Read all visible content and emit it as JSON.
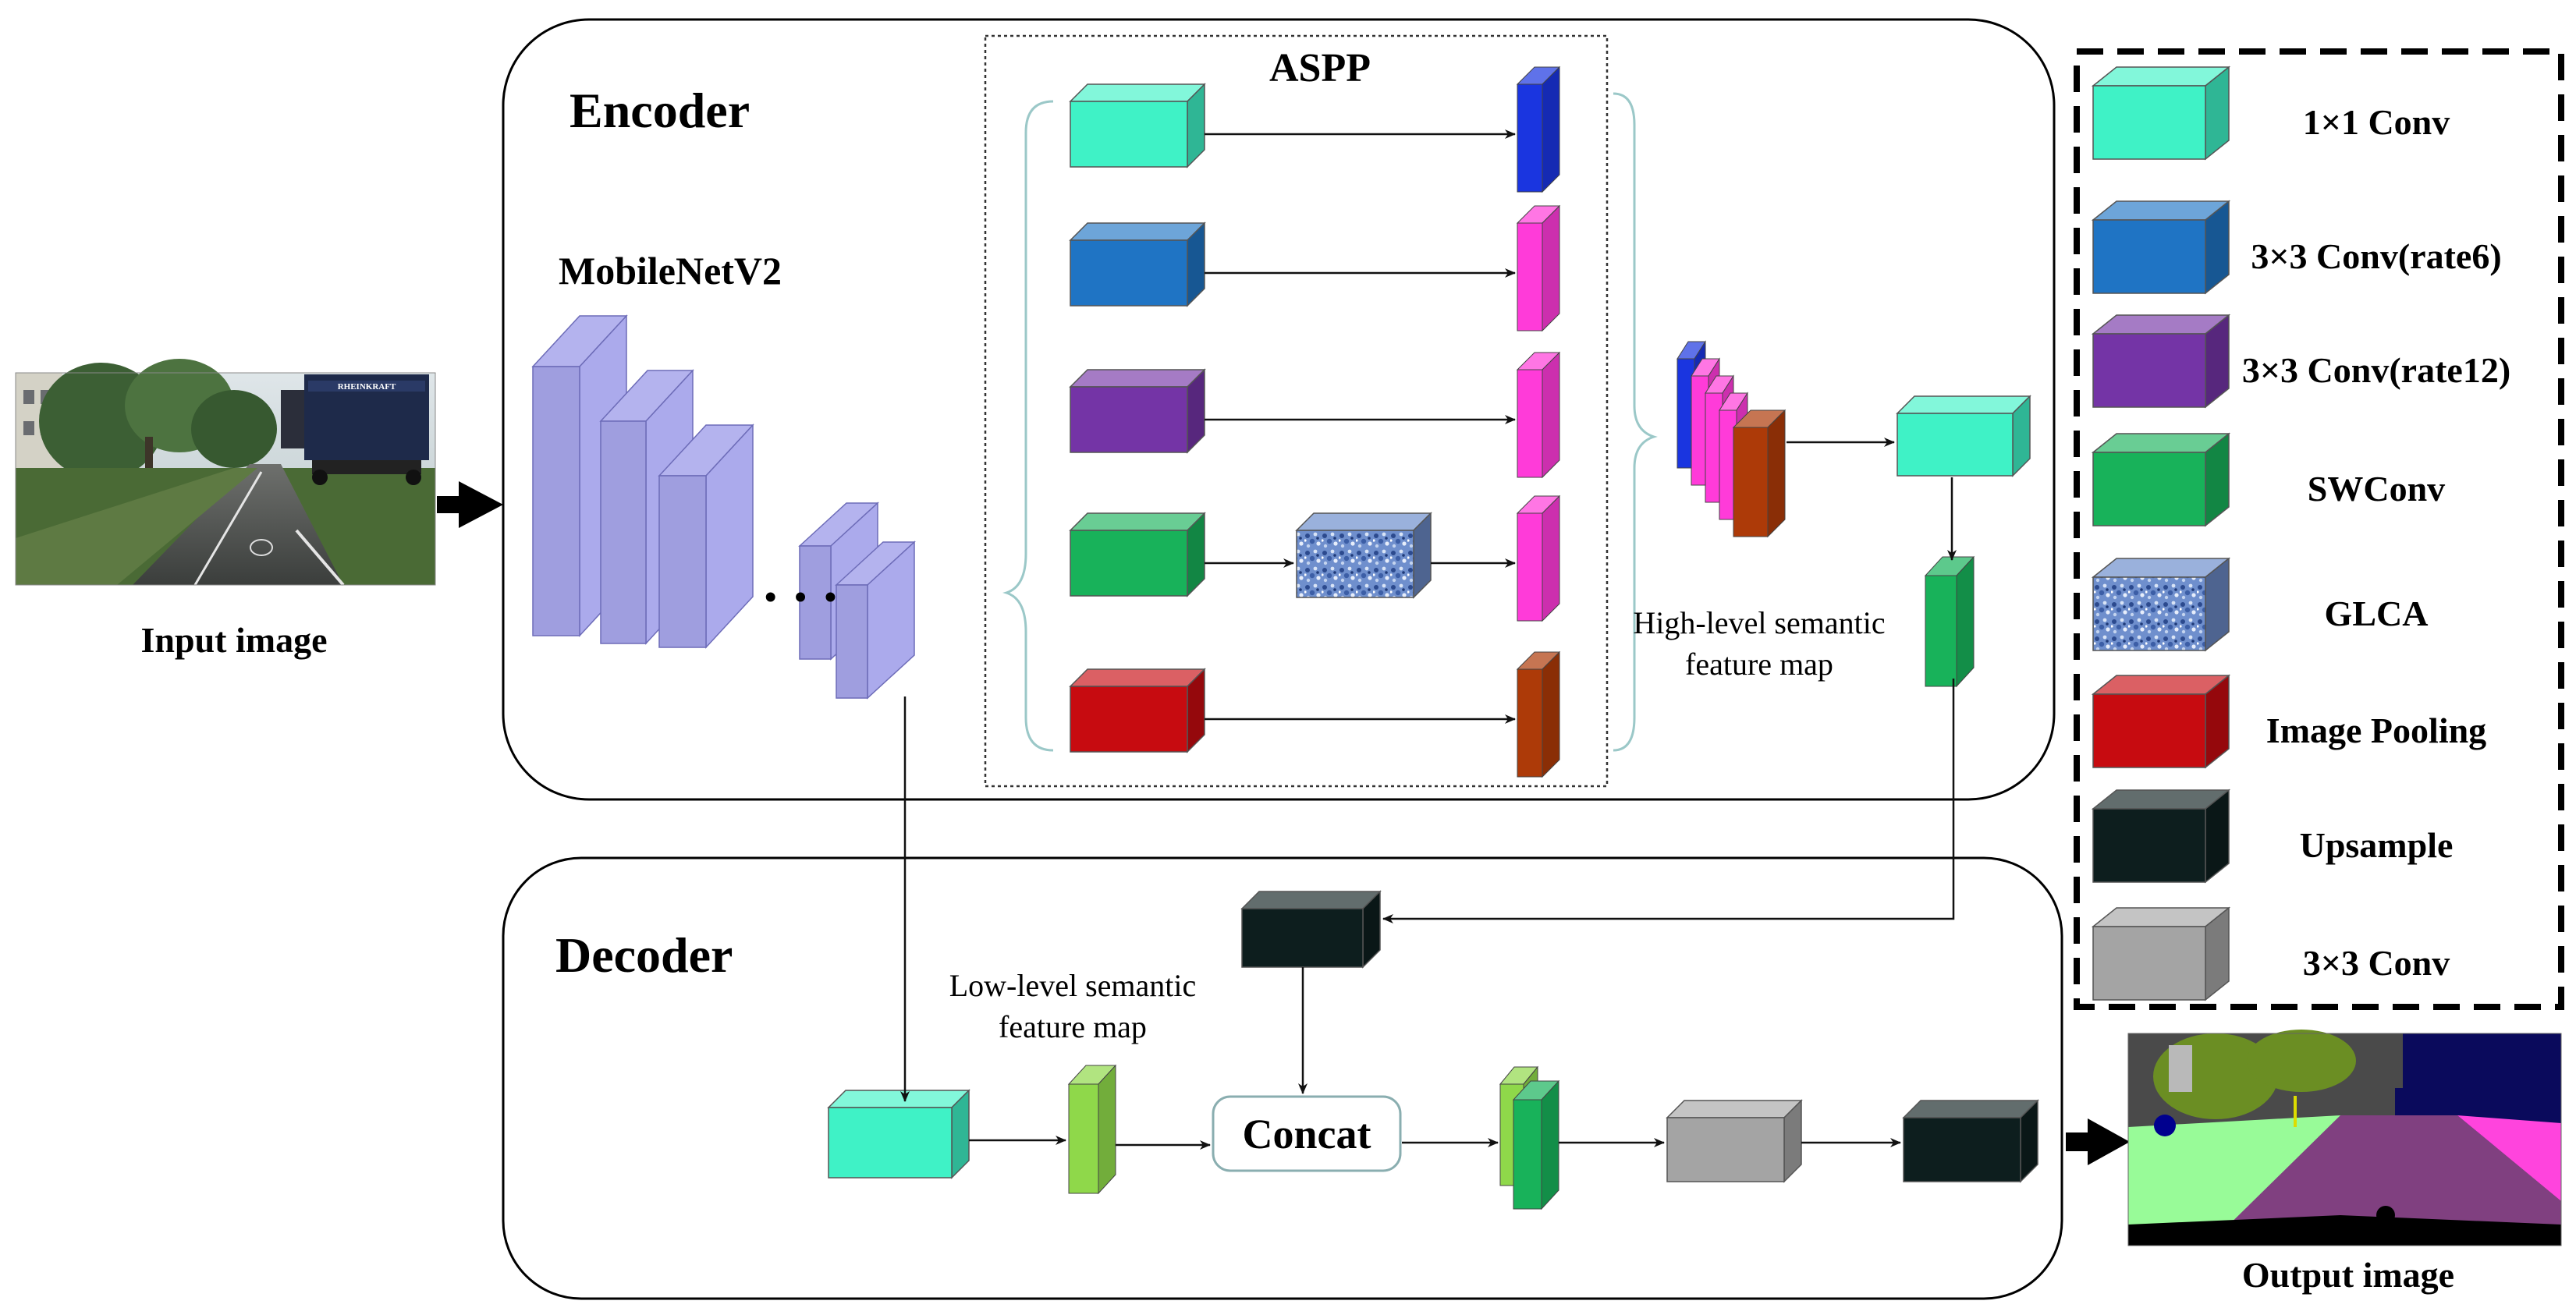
{
  "colors": {
    "conv1x1": "#3ff2c6",
    "conv3x3_rate6": "#1f74c4",
    "conv3x3_rate12": "#7434a6",
    "swconv": "#18b25a",
    "glca": "#6f8fcd",
    "image_pooling": "#c70b10",
    "upsample": "#0d1e1e",
    "conv3x3": "#a4a4a4",
    "backbone": "#a7a6eb",
    "aspp_blue": "#1a35e0",
    "aspp_magenta": "#ff3bd9",
    "aspp_brown": "#ad3a08",
    "lowlevel_green": "#8fd84a"
  },
  "labels": {
    "input_image": "Input image",
    "output_image": "Output image",
    "encoder": "Encoder",
    "decoder": "Decoder",
    "aspp": "ASPP",
    "backbone": "MobileNetV2",
    "high_level_line1": "High-level semantic",
    "high_level_line2": "feature map",
    "low_level_line1": "Low-level semantic",
    "low_level_line2": "feature map",
    "concat": "Concat",
    "ellipsis": "• • •",
    "truck_sign": "RHEINKRAFT"
  },
  "legend": [
    {
      "label": "1×1 Conv",
      "color_key": "conv1x1",
      "icon": "cube-icon"
    },
    {
      "label": "3×3 Conv(rate6)",
      "color_key": "conv3x3_rate6",
      "icon": "cube-icon"
    },
    {
      "label": "3×3 Conv(rate12)",
      "color_key": "conv3x3_rate12",
      "icon": "cube-icon"
    },
    {
      "label": "SWConv",
      "color_key": "swconv",
      "icon": "cube-icon"
    },
    {
      "label": "GLCA",
      "color_key": "glca",
      "icon": "textured-cube-icon"
    },
    {
      "label": "Image Pooling",
      "color_key": "image_pooling",
      "icon": "cube-icon"
    },
    {
      "label": "Upsample",
      "color_key": "upsample",
      "icon": "cube-icon"
    },
    {
      "label": "3×3 Conv",
      "color_key": "conv3x3",
      "icon": "cube-icon"
    }
  ]
}
